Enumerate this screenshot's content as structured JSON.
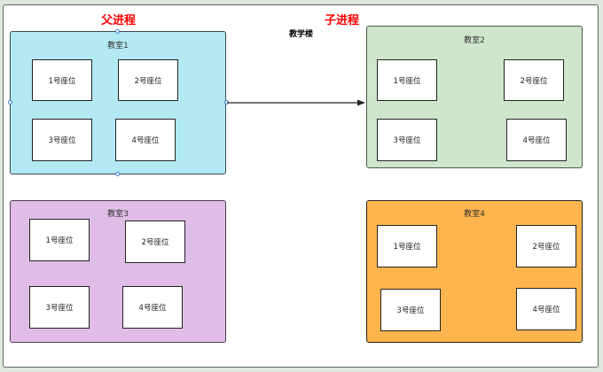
{
  "labels": {
    "parent": "父进程",
    "child": "子进程",
    "building": "教学楼"
  },
  "rooms": [
    {
      "title": "教室1",
      "seats": [
        "1号座位",
        "2号座位",
        "3号座位",
        "4号座位"
      ]
    },
    {
      "title": "教室2",
      "seats": [
        "1号座位",
        "2号座位",
        "3号座位",
        "4号座位"
      ]
    },
    {
      "title": "教室3",
      "seats": [
        "1号座位",
        "2号座位",
        "3号座位",
        "4号座位"
      ]
    },
    {
      "title": "教室4",
      "seats": [
        "1号座位",
        "2号座位",
        "3号座位",
        "4号座位"
      ]
    }
  ],
  "colors": {
    "room1": "#b3e9f3",
    "room2": "#cfe6cd",
    "room3": "#e0bde6",
    "room4": "#ffb54d",
    "title_red": "#ff0000"
  }
}
